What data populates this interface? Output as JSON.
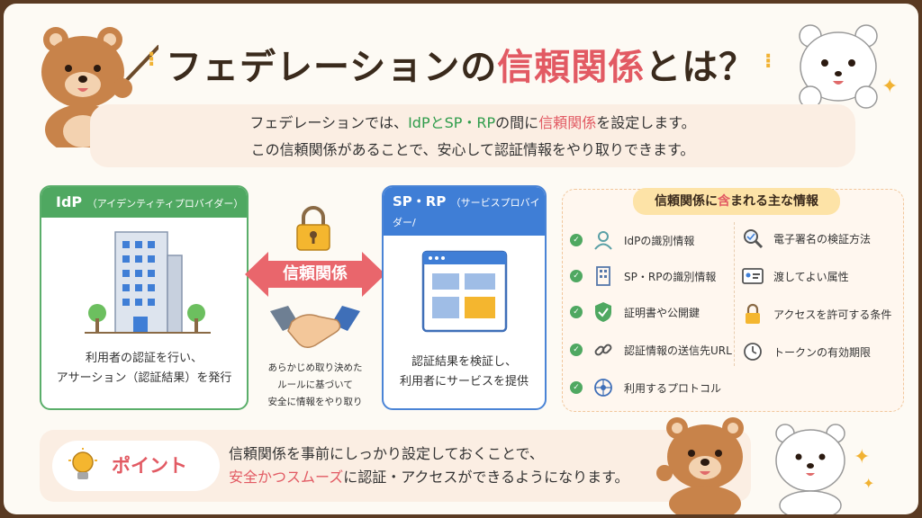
{
  "title": {
    "part1": "フェデレーションの",
    "part2": "信頼関係",
    "part3": "とは？"
  },
  "intro": {
    "line1_a": "フェデレーションでは、",
    "line1_b": "IdPとSP・RP",
    "line1_c": "の間に",
    "line1_d": "信頼関係",
    "line1_e": "を設定します。",
    "line2": "この信頼関係があることで、安心して認証情報をやり取りできます。"
  },
  "idp": {
    "title": "IdP",
    "subtitle": "（アイデンティティプロバイダー）",
    "desc1": "利用者の認証を行い、",
    "desc2": "アサーション（認証結果）を発行"
  },
  "trust": {
    "label": "信頼関係",
    "note1": "あらかじめ取り決めた",
    "note2": "ルールに基づいて",
    "note3": "安全に情報をやり取り"
  },
  "sp": {
    "title": "SP・RP",
    "subtitle1": "（サービスプロバイダー/",
    "subtitle2": "リライングパーティー）",
    "desc1": "認証結果を検証し、",
    "desc2": "利用者にサービスを提供"
  },
  "info": {
    "title_a": "信頼関係に",
    "title_b": "含",
    "title_c": "まれる主な情報",
    "left_items": [
      {
        "label": "IdPの識別情報",
        "icon": "person-icon"
      },
      {
        "label": "SP・RPの識別情報",
        "icon": "building-icon"
      },
      {
        "label": "証明書や公開鍵",
        "icon": "shield-check-icon"
      },
      {
        "label": "認証情報の送信先URL",
        "icon": "link-icon"
      },
      {
        "label": "利用するプロトコル",
        "icon": "network-icon"
      }
    ],
    "right_items": [
      {
        "label": "電子署名の検証方法",
        "icon": "magnifier-icon"
      },
      {
        "label": "渡してよい属性",
        "icon": "id-card-icon"
      },
      {
        "label": "アクセスを許可する条件",
        "icon": "lock-icon"
      },
      {
        "label": "トークンの有効期限",
        "icon": "clock-icon"
      }
    ]
  },
  "point": {
    "label": "ポイント",
    "line1": "信頼関係を事前にしっかり設定しておくことで、",
    "line2_a": "安全かつスムーズ",
    "line2_b": "に認証・アクセスができるようになります。"
  },
  "colors": {
    "accent_red": "#e25a63",
    "idp_green": "#4fa861",
    "sp_blue": "#3f7ed6",
    "gold": "#f1b233",
    "bear_brown": "#c8834a"
  }
}
